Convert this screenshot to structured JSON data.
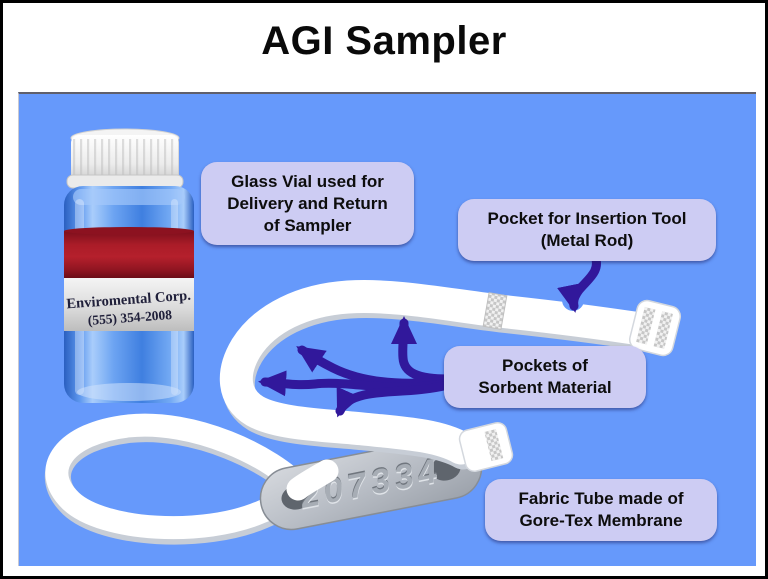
{
  "title": "AGI Sampler",
  "colors": {
    "panel-blue": "#6699fb",
    "callout-bg": "#cdccf3",
    "arrow-purple": "#31189b",
    "vial-red": "#b01f2a",
    "vial-blue": "#4585e8",
    "tag-silver": "#b9bec6",
    "ink": "#0d0d0d"
  },
  "callouts": {
    "glass_vial": "Glass Vial used for\nDelivery and Return\nof Sampler",
    "pocket_insertion": "Pocket for Insertion Tool\n(Metal Rod)",
    "sorbent": "Pockets of\nSorbent Material",
    "fabric_tube": "Fabric Tube made of\nGore-Tex Membrane"
  },
  "vial_label": {
    "company": "Enviromental Corp.",
    "phone": "(555) 354-2008"
  },
  "tag": {
    "serial": "207334"
  }
}
